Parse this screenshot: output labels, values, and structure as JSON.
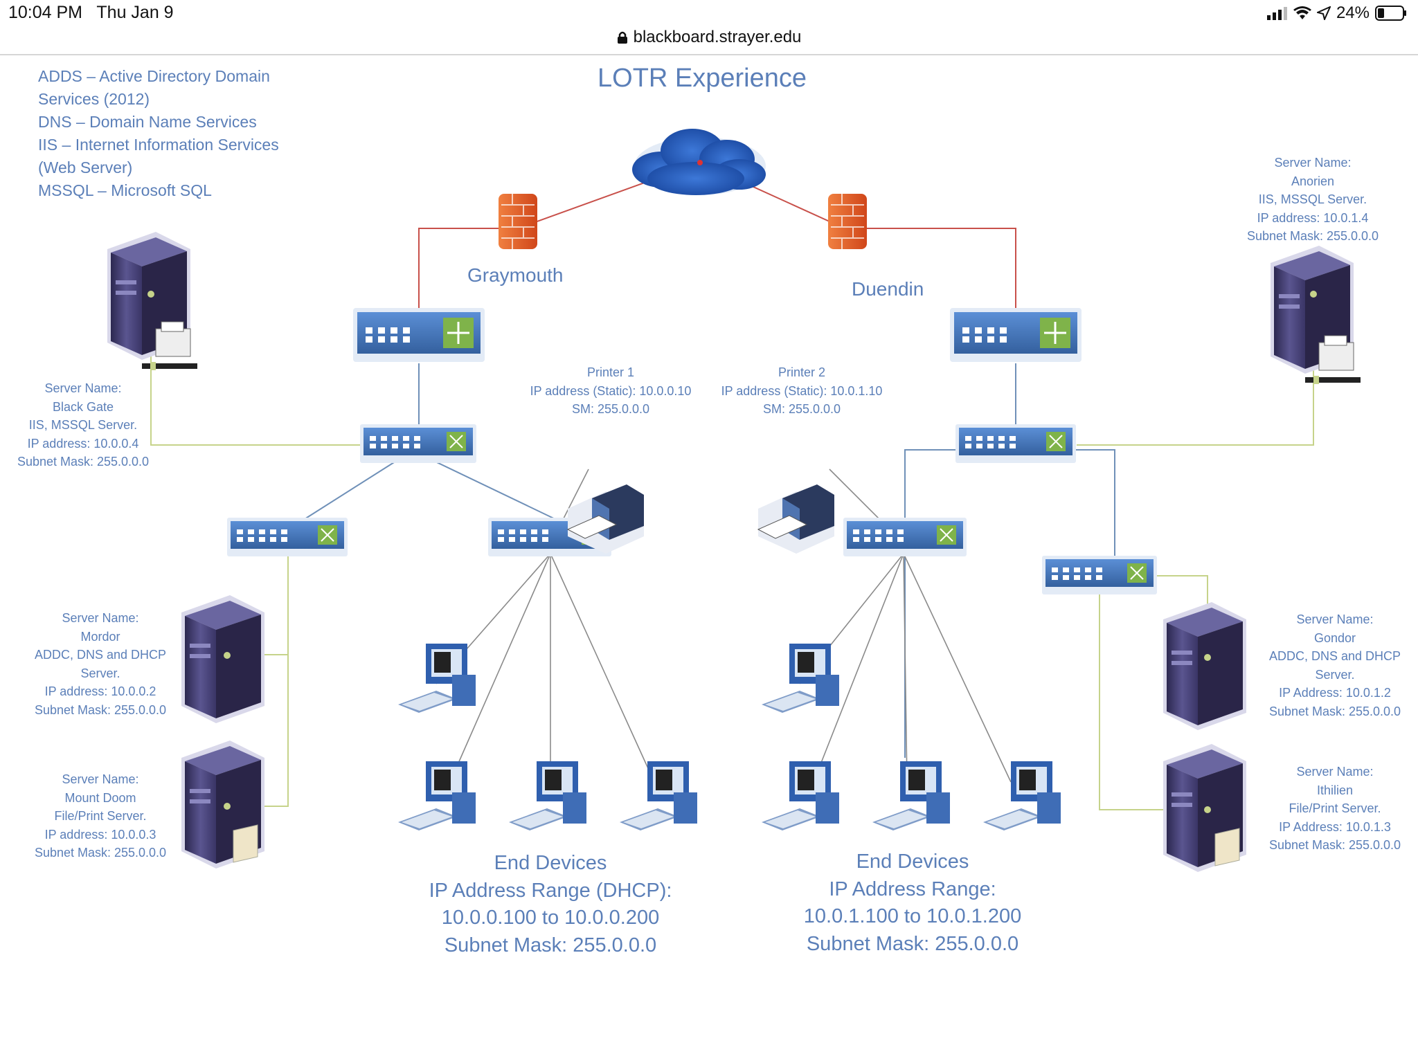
{
  "status_bar": {
    "time": "10:04 PM",
    "date": "Thu Jan 9",
    "battery": "24%",
    "icons": [
      "signal-icon",
      "wifi-icon",
      "location-icon",
      "battery-icon"
    ]
  },
  "browser": {
    "url": "blackboard.strayer.edu",
    "lock_icon": "lock-icon"
  },
  "diagram": {
    "title": "LOTR Experience",
    "legend": [
      "ADDS – Active Directory Domain",
      "Services (2012)",
      "DNS – Domain Name Services",
      "IIS – Internet Information Services",
      "(Web Server)",
      "MSSQL – Microsoft SQL"
    ],
    "sites": [
      "Graymouth",
      "Duendin"
    ],
    "servers": {
      "black_gate": [
        "Server Name:",
        "Black Gate",
        "IIS, MSSQL Server.",
        "IP address: 10.0.0.4",
        "Subnet Mask: 255.0.0.0"
      ],
      "mordor": [
        "Server Name:",
        "Mordor",
        "ADDC, DNS and DHCP",
        "Server.",
        "IP address: 10.0.0.2",
        "Subnet Mask: 255.0.0.0"
      ],
      "mount_doom": [
        "Server Name:",
        "Mount Doom",
        "File/Print  Server.",
        "IP address: 10.0.0.3",
        "Subnet Mask: 255.0.0.0"
      ],
      "anorien": [
        "Server Name:",
        "Anorien",
        "IIS, MSSQL Server.",
        "IP address: 10.0.1.4",
        "Subnet Mask: 255.0.0.0"
      ],
      "gondor": [
        "Server Name:",
        "Gondor",
        "ADDC, DNS and DHCP",
        "Server.",
        "IP Address: 10.0.1.2",
        "Subnet Mask: 255.0.0.0"
      ],
      "ithilien": [
        "Server Name:",
        "Ithilien",
        "File/Print Server.",
        "IP Address: 10.0.1.3",
        "Subnet Mask: 255.0.0.0"
      ]
    },
    "printers": {
      "printer1": [
        "Printer 1",
        "IP address (Static): 10.0.0.10",
        "SM: 255.0.0.0"
      ],
      "printer2": [
        "Printer 2",
        "IP address (Static): 10.0.1.10",
        "SM: 255.0.0.0"
      ]
    },
    "end_devices_left": [
      "End Devices",
      "IP Address Range (DHCP):",
      "10.0.0.100 to 10.0.0.200",
      "Subnet Mask: 255.0.0.0"
    ],
    "end_devices_right": [
      "End Devices",
      "IP Address Range:",
      "10.0.1.100 to 10.0.1.200",
      "Subnet Mask: 255.0.0.0"
    ],
    "colors": {
      "text": "#5b7fb8",
      "wan_line": "#c8504a",
      "lan_line": "#6f90b8",
      "server_line": "#c6d38a",
      "device_line": "#8a8a8a",
      "switch_body": "#4a78c0",
      "server_body": "#4b4478",
      "firewall": "#e66a2c"
    }
  }
}
